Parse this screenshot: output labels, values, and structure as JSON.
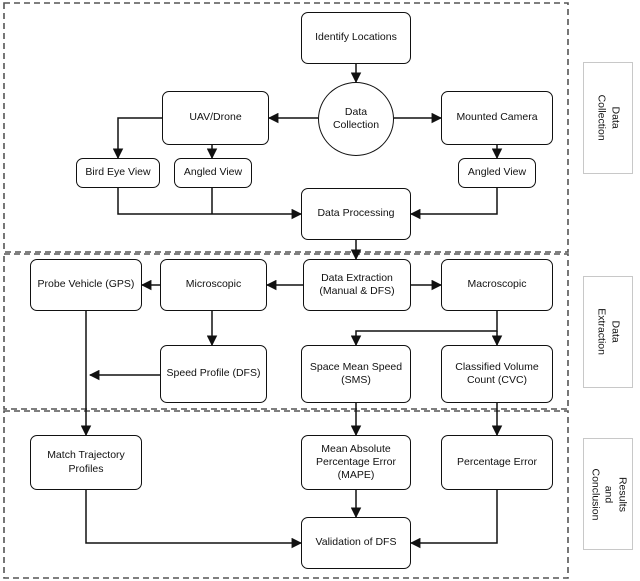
{
  "diagram": {
    "nodes": {
      "identify_locations": "Identify Locations",
      "data_collection": "Data\nCollection",
      "uav_drone": "UAV/Drone",
      "mounted_camera": "Mounted Camera",
      "bird_eye_view": "Bird Eye View",
      "angled_view_uav": "Angled View",
      "angled_view_camera": "Angled View",
      "data_processing": "Data Processing",
      "probe_vehicle": "Probe Vehicle (GPS)",
      "microscopic": "Microscopic",
      "data_extraction": "Data Extraction\n(Manual & DFS)",
      "macroscopic": "Macroscopic",
      "speed_profile": "Speed Profile (DFS)",
      "space_mean_speed": "Space Mean Speed\n(SMS)",
      "classified_volume_count": "Classified Volume\nCount (CVC)",
      "match_trajectory": "Match Trajectory\nProfiles",
      "mape": "Mean Absolute\nPercentage Error\n(MAPE)",
      "percentage_error": "Percentage Error",
      "validation_dfs": "Validation of DFS"
    },
    "section_labels": {
      "data_collection": "Data Collection",
      "data_extraction": "Data Extraction",
      "results": "Results and\nConclusion"
    }
  }
}
